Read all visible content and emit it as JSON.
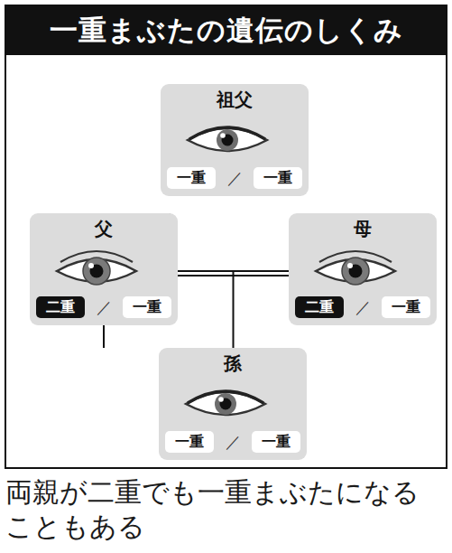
{
  "diagram": {
    "title": "一重まぶたの遺伝のしくみ",
    "caption": "両親が二重でも一重まぶたになる こともある",
    "nodes": [
      {
        "text": [
          "祖父",
          "／"
        ]
      },
      {
        "text": [
          "一重"
        ],
        "in": 0
      },
      {
        "text": [
          "一重"
        ],
        "in": 0
      },
      {
        "text": [
          "父",
          "／"
        ]
      },
      {
        "text": [
          "二重"
        ],
        "in": 3
      },
      {
        "text": [
          "一重"
        ],
        "in": 3
      },
      {
        "text": [
          "母",
          "／"
        ]
      },
      {
        "text": [
          "二重"
        ],
        "in": 6
      },
      {
        "text": [
          "一重"
        ],
        "in": 6
      },
      {
        "text": [
          "孫",
          "／"
        ]
      },
      {
        "text": [
          "一重"
        ],
        "in": 9
      },
      {
        "text": [
          "一重"
        ],
        "in": 9
      }
    ],
    "edges": [
      {
        "from": 0,
        "to": 6,
        "arrow": "none"
      },
      {
        "from": 3,
        "to": 6,
        "arrow": "none"
      },
      {
        "from": 3,
        "to": 9,
        "arrow": "none"
      },
      {
        "from": 6,
        "to": 9,
        "arrow": "none"
      }
    ]
  }
}
